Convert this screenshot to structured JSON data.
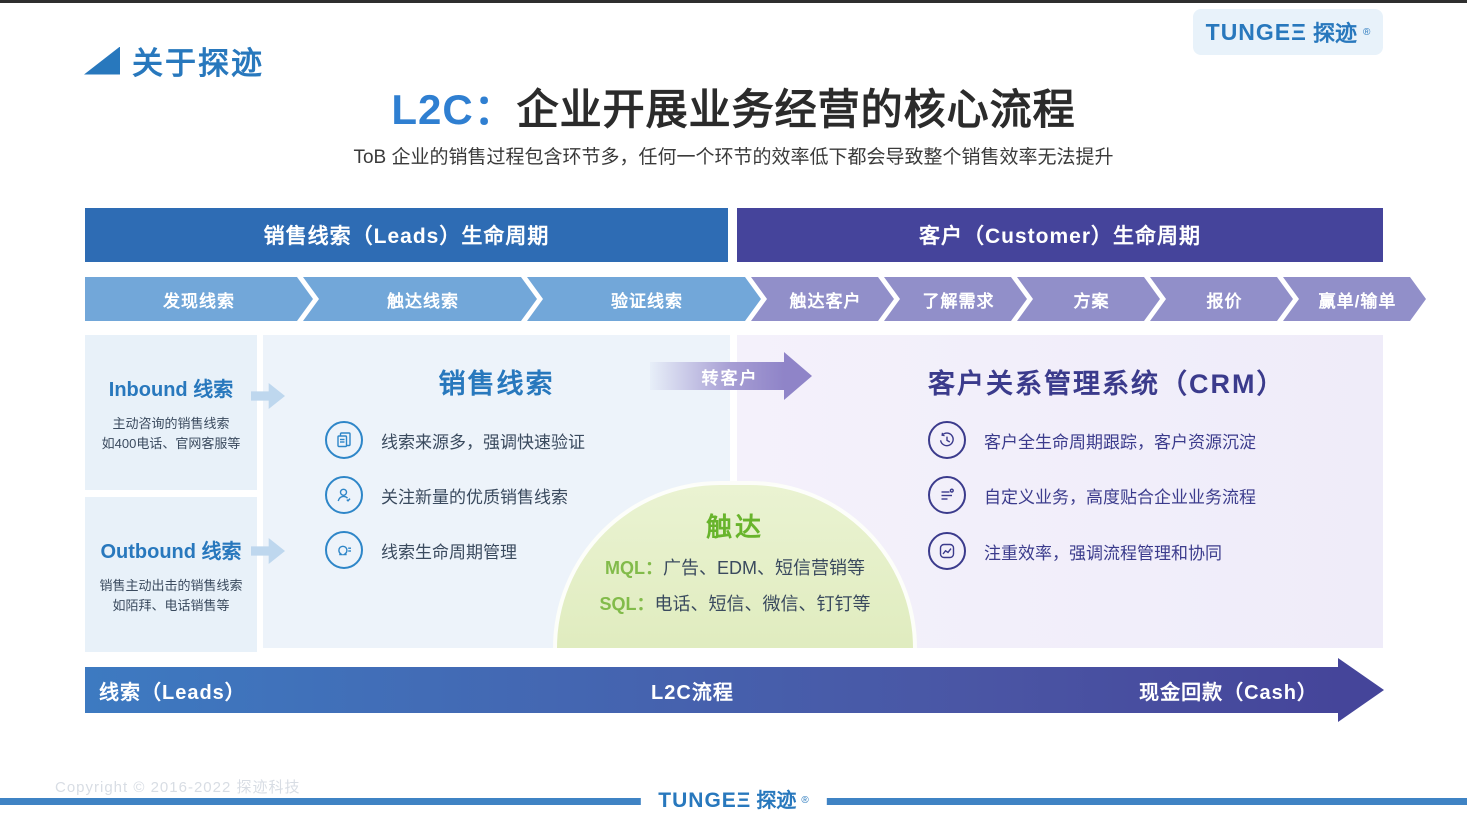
{
  "brand": {
    "section_label": "关于探迹",
    "logo_latin": "TUNGEΞ",
    "logo_cn": "探迹",
    "logo_reg": "®"
  },
  "title": {
    "accent": "L2C：",
    "main": "企业开展业务经营的核心流程",
    "subtitle": "ToB 企业的销售过程包含环节多，任何一个环节的效率低下都会导致整个销售效率无法提升"
  },
  "leads_lifecycle": {
    "header": "销售线索（Leads）生命周期",
    "stages": [
      "发现线索",
      "触达线索",
      "验证线索"
    ]
  },
  "customer_lifecycle": {
    "header": "客户（Customer）生命周期",
    "stages": [
      "触达客户",
      "了解需求",
      "方案",
      "报价",
      "赢单/输单"
    ]
  },
  "inbound": {
    "title": "Inbound 线索",
    "line1": "主动咨询的销售线索",
    "line2": "如400电话、官网客服等"
  },
  "outbound": {
    "title": "Outbound 线索",
    "line1": "销售主动出击的销售线索",
    "line2": "如陌拜、电话销售等"
  },
  "sales_leads_panel": {
    "title": "销售线索",
    "items": [
      {
        "icon": "document-copy-icon",
        "text": "线索来源多，强调快速验证"
      },
      {
        "icon": "user-icon",
        "text": "关注新量的优质销售线索"
      },
      {
        "icon": "lifecycle-icon",
        "text": "线索生命周期管理"
      }
    ]
  },
  "convert_arrow": {
    "label": "转客户"
  },
  "reach_bubble": {
    "title": "触达",
    "rows": [
      {
        "label": "MQL：",
        "text": "广告、EDM、短信营销等"
      },
      {
        "label": "SQL：",
        "text": "电话、短信、微信、钉钉等"
      }
    ]
  },
  "crm_panel": {
    "title": "客户关系管理系统（CRM）",
    "items": [
      {
        "icon": "history-clock-icon",
        "text": "客户全生命周期跟踪，客户资源沉淀"
      },
      {
        "icon": "custom-list-icon",
        "text": "自定义业务，高度贴合企业业务流程"
      },
      {
        "icon": "line-chart-icon",
        "text": "注重效率，强调流程管理和协同"
      }
    ]
  },
  "l2c_bar": {
    "left": "线索（Leads）",
    "center": "L2C流程",
    "right": "现金回款（Cash）"
  },
  "footer": {
    "copyright": "Copyright © 2016-2022 探迹科技"
  },
  "colors": {
    "accent_blue": "#2878bd",
    "bar_blue": "#2e6cb4",
    "chevron_blue": "#72a7d9",
    "bar_purple": "#45449b",
    "chevron_purple": "#918fc9",
    "green": "#68b42c",
    "indigo": "#3b3b8c",
    "footline_blue": "#3f83c4"
  }
}
